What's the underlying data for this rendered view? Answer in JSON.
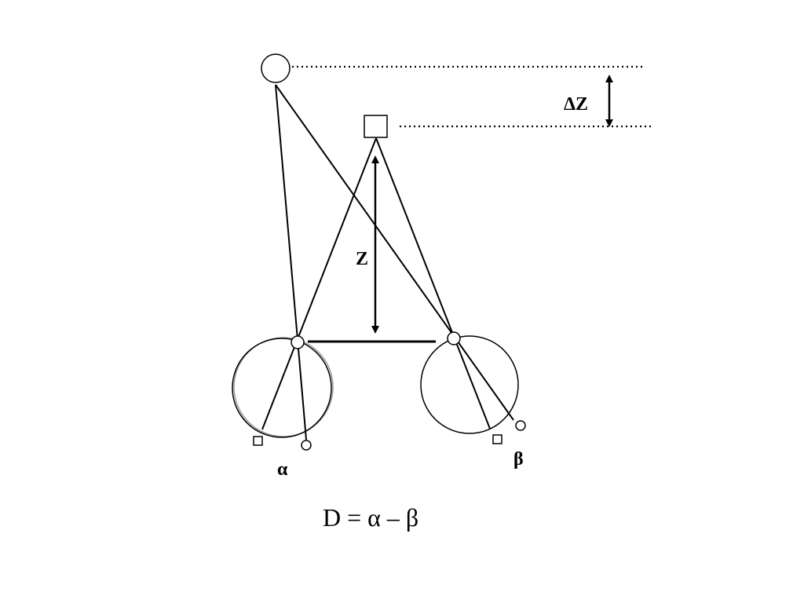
{
  "labels": {
    "delta_z": "ΔZ",
    "z": "Z",
    "alpha": "α",
    "beta": "β",
    "formula": "D = α – β"
  },
  "colors": {
    "stroke": "#000000",
    "background": "#ffffff",
    "eye_outline_secondary": "#999999"
  }
}
